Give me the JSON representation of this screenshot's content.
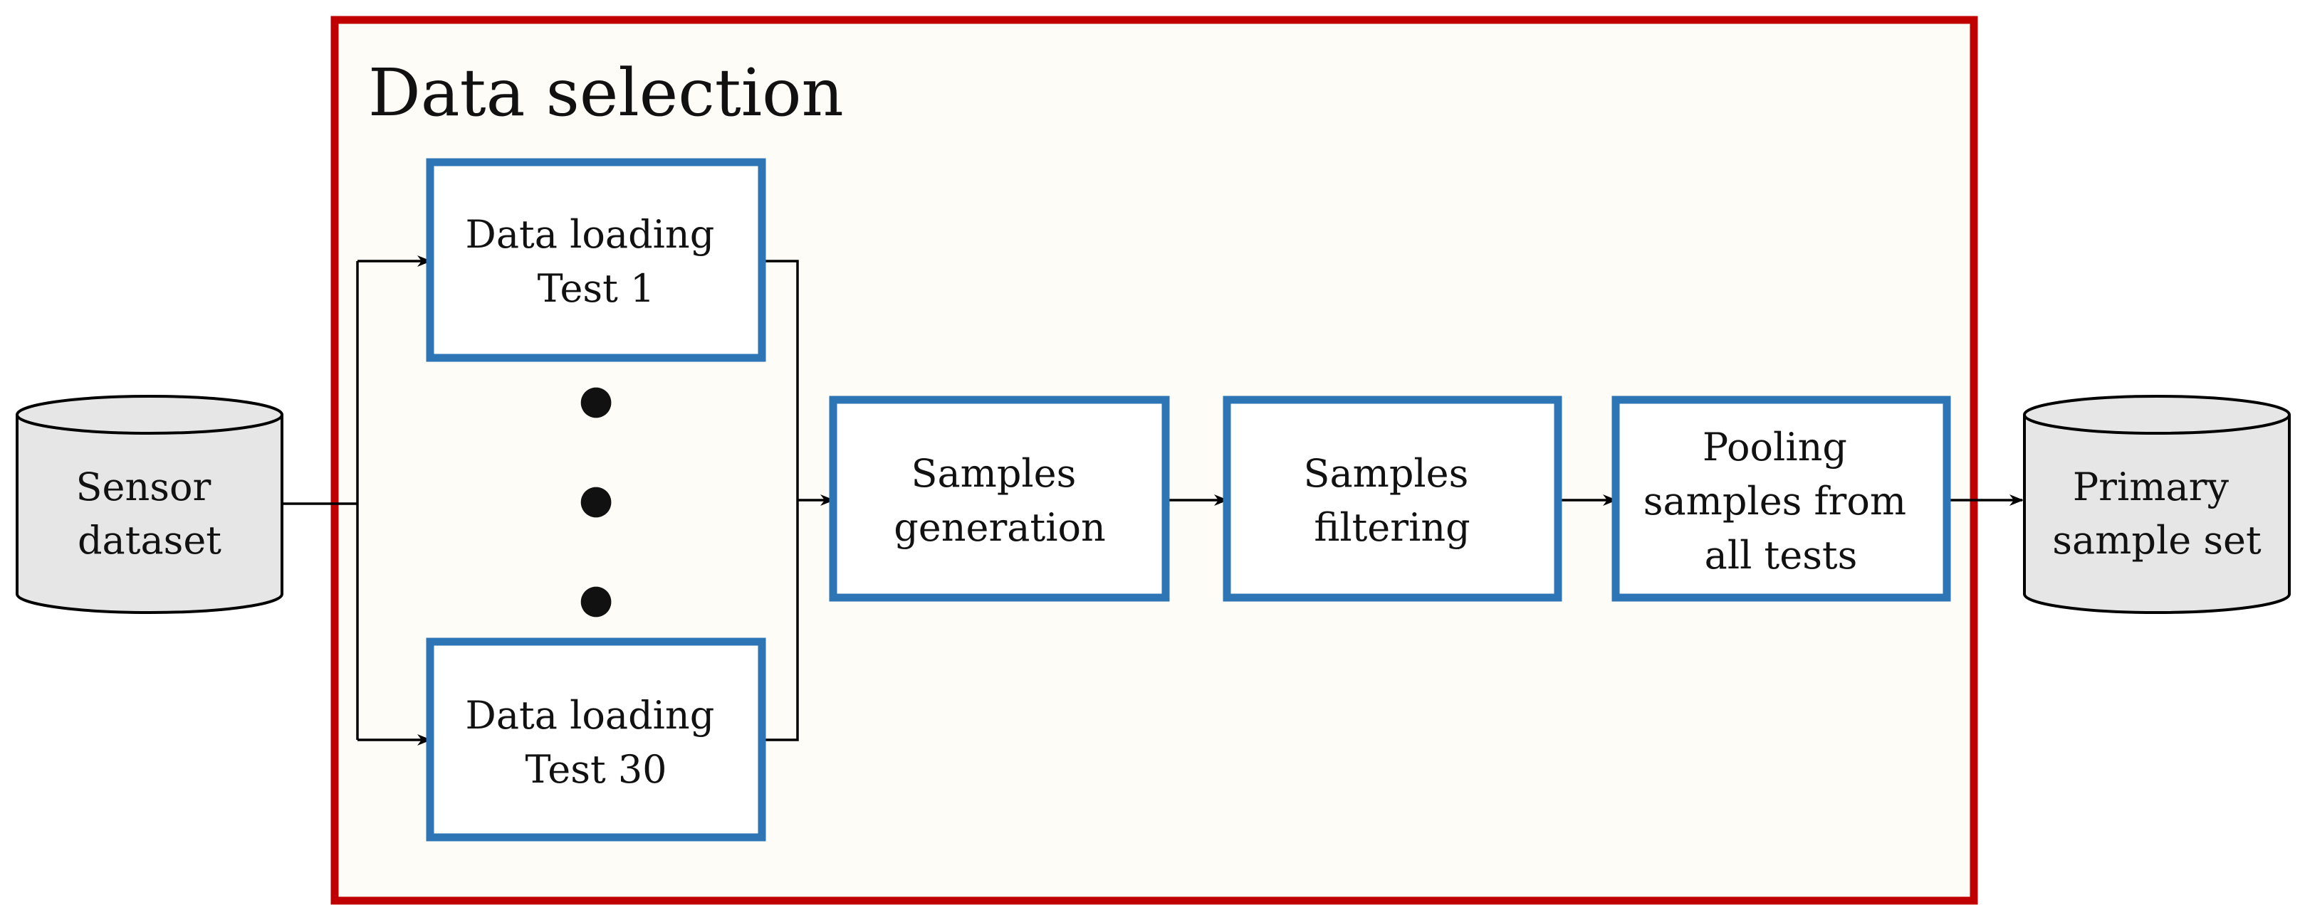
{
  "diagram": {
    "container": {
      "title": "Data selection",
      "border_color": "#c00000",
      "fill_color": "#fdfcf7"
    },
    "colors": {
      "box_border": "#2e75b6",
      "cylinder_fill": "#e6e6e6",
      "line": "#000000"
    },
    "input_store": {
      "lines": [
        "Sensor",
        "dataset"
      ]
    },
    "output_store": {
      "lines": [
        "Primary",
        "sample set"
      ]
    },
    "load_test_1": {
      "lines": [
        "Data loading",
        "Test 1"
      ]
    },
    "load_test_30": {
      "lines": [
        "Data loading",
        "Test 30"
      ]
    },
    "ellipsis": [
      "●",
      "●",
      "●"
    ],
    "samples_generation": {
      "lines": [
        "Samples",
        "generation"
      ]
    },
    "samples_filtering": {
      "lines": [
        "Samples",
        "filtering"
      ]
    },
    "pooling": {
      "lines": [
        "Pooling",
        "samples from",
        "all tests"
      ]
    }
  }
}
